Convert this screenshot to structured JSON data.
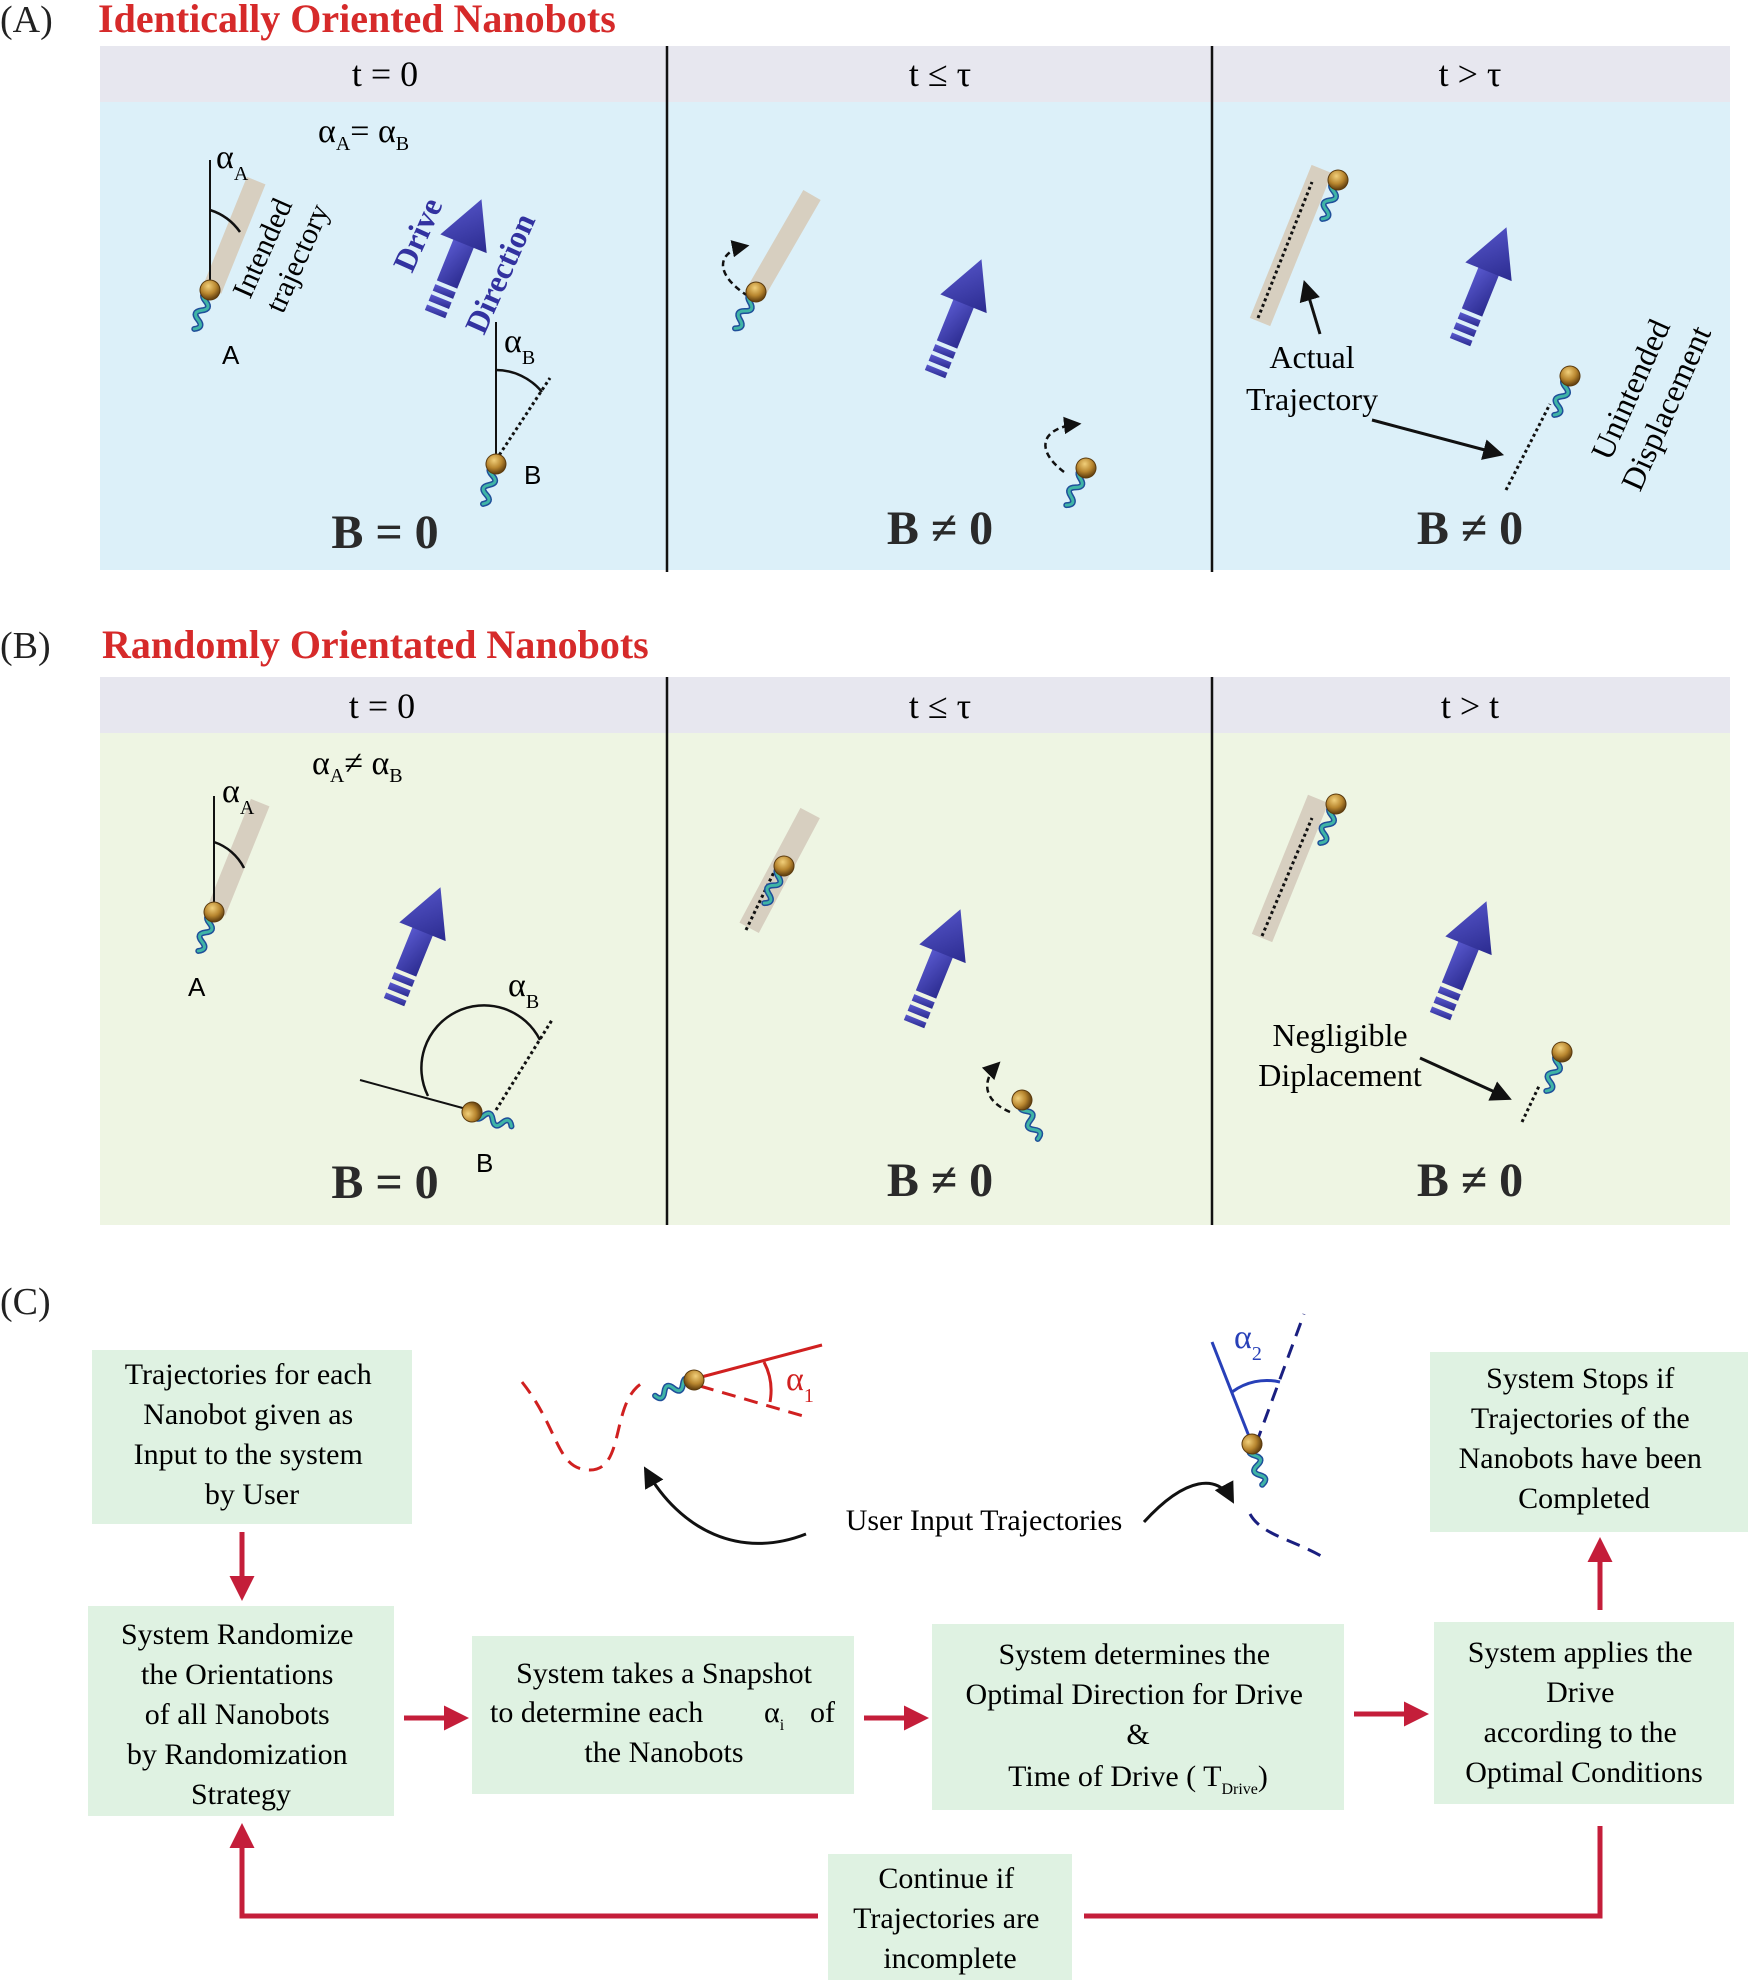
{
  "colors": {
    "title_red": "#d62a2a",
    "panel_a_bg": "#dcf0f9",
    "panel_b_bg": "#eef5e3",
    "header_bg": "#e7e7ef",
    "flow_box": "#dff2e2",
    "flow_arrow": "#c41e3a",
    "drive_arrow": "#3d3dab",
    "bead": "#b8862f",
    "helix": "#2f8c8c",
    "trajectory_bar": "#d7cfc0"
  },
  "panel_a": {
    "label": "(A)",
    "title": "Identically Oriented Nanobots",
    "col1": {
      "header": "t = 0",
      "equation": "α",
      "eq_sub_a": "A",
      "eq_mid": "= α",
      "eq_sub_b": "B",
      "alpha_a": "α",
      "alpha_a_sub": "A",
      "alpha_b": "α",
      "alpha_b_sub": "B",
      "intended_1": "Intended",
      "intended_2": "trajectory",
      "drive_1": "Drive",
      "drive_2": "Direction",
      "label_a": "A",
      "label_b": "B",
      "field": "B = 0"
    },
    "col2": {
      "header": "t ≤ τ",
      "field": "B ≠ 0"
    },
    "col3": {
      "header": "t > τ",
      "actual_1": "Actual",
      "actual_2": "Trajectory",
      "unintended_1": "Unintended",
      "unintended_2": "Displacement",
      "field": "B ≠ 0"
    }
  },
  "panel_b": {
    "label": "(B)",
    "title": "Randomly Orientated Nanobots",
    "col1": {
      "header": "t = 0",
      "equation": "α",
      "eq_sub_a": "A",
      "eq_mid": "≠ α",
      "eq_sub_b": "B",
      "alpha_a": "α",
      "alpha_a_sub": "A",
      "alpha_b": "α",
      "alpha_b_sub": "B",
      "label_a": "A",
      "label_b": "B",
      "field": "B = 0"
    },
    "col2": {
      "header": "t ≤ τ",
      "field": "B ≠ 0"
    },
    "col3": {
      "header": "t > t",
      "negligible_1": "Negligible",
      "negligible_2": "Diplacement",
      "field": "B ≠ 0"
    }
  },
  "panel_c": {
    "label": "(C)",
    "box_input": [
      "Trajectories for each",
      "Nanobot given as",
      "Input to the system",
      "by User"
    ],
    "box_randomize": [
      "System Randomize",
      "the  Orientations",
      "of  all Nanobots",
      "by Randomization",
      "Strategy"
    ],
    "box_snapshot_1": "System takes a Snapshot",
    "box_snapshot_2a": "to determine each",
    "box_snapshot_alpha": "α",
    "box_snapshot_alpha_sub": "i",
    "box_snapshot_2b": "of",
    "box_snapshot_3": "the Nanobots",
    "box_optimal": [
      "System determines the",
      "Optimal Direction  for Drive",
      "&"
    ],
    "box_optimal_4a": "Time of Drive ( T",
    "box_optimal_4sub": "Drive",
    "box_optimal_4b": ")",
    "box_apply": [
      "System applies the",
      "Drive",
      "according to the",
      "Optimal Conditions"
    ],
    "box_stop": [
      "System Stops if",
      "Trajectories of the",
      "Nanobots have been",
      "Completed"
    ],
    "box_continue": [
      "Continue if",
      "Trajectories are",
      "incomplete"
    ],
    "user_input": "User Input Trajectories",
    "alpha1": "α",
    "alpha1_sub": "1",
    "alpha2": "α",
    "alpha2_sub": "2"
  }
}
